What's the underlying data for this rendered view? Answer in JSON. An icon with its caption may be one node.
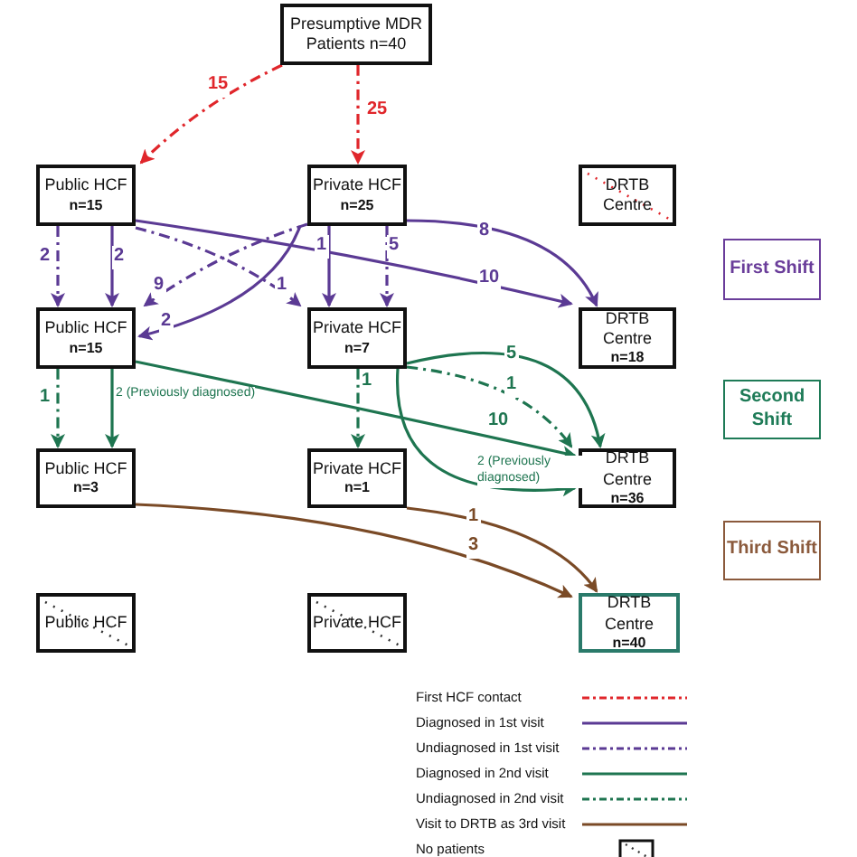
{
  "diagram": {
    "nodes": [
      {
        "text": [
          "Presumptive MDR Patients n=40"
        ]
      },
      {
        "text": [
          "Public HCF",
          "n=15"
        ]
      },
      {
        "text": [
          "Private HCF",
          "n=25"
        ]
      },
      {
        "text": [
          "DRTB Centre"
        ]
      },
      {
        "text": [
          "First Shift"
        ]
      },
      {
        "text": [
          "Public HCF",
          "n=15"
        ]
      },
      {
        "text": [
          "Private HCF",
          "n=7"
        ]
      },
      {
        "text": [
          "DRTB Centre",
          "n=18"
        ]
      },
      {
        "text": [
          "Second Shift"
        ]
      },
      {
        "text": [
          "Public HCF",
          "n=3"
        ]
      },
      {
        "text": [
          "Private HCF",
          "n=1"
        ]
      },
      {
        "text": [
          "DRTB Centre",
          "n=36"
        ]
      },
      {
        "text": [
          "Third Shift"
        ]
      },
      {
        "text": [
          "Public HCF"
        ]
      },
      {
        "text": [
          "Private HCF"
        ]
      },
      {
        "text": [
          "DRTB Centre",
          "n=40"
        ]
      }
    ],
    "edges": [
      {
        "from": 0,
        "to": 1,
        "arrow": "to",
        "label": "15",
        "style": "dashed",
        "color": "#e0262b"
      },
      {
        "from": 0,
        "to": 2,
        "arrow": "to",
        "label": "25",
        "style": "dashed",
        "color": "#e0262b"
      },
      {
        "from": 1,
        "to": 5,
        "arrow": "to",
        "label": "2",
        "style": "dashed"
      },
      {
        "from": 1,
        "to": 5,
        "arrow": "to",
        "label": "2"
      },
      {
        "from": 1,
        "to": 6,
        "arrow": "to",
        "label": "1",
        "style": "dashed"
      },
      {
        "from": 1,
        "to": 7,
        "arrow": "to",
        "label": "10"
      },
      {
        "from": 2,
        "to": 5,
        "arrow": "to",
        "label": "9",
        "style": "dashed"
      },
      {
        "from": 2,
        "to": 5,
        "arrow": "to",
        "label": "2"
      },
      {
        "from": 2,
        "to": 6,
        "arrow": "to",
        "label": "1"
      },
      {
        "from": 2,
        "to": 6,
        "arrow": "to",
        "label": "5",
        "style": "dashed"
      },
      {
        "from": 2,
        "to": 7,
        "arrow": "to",
        "label": "8"
      },
      {
        "from": 5,
        "to": 9,
        "arrow": "to",
        "label": "1",
        "style": "dashed",
        "color": "#1e7550"
      },
      {
        "from": 5,
        "to": 9,
        "arrow": "to",
        "label": "2 (Previously diagnosed)",
        "color": "#1e7550"
      },
      {
        "from": 5,
        "to": 11,
        "arrow": "to",
        "label": "10",
        "color": "#1e7550"
      },
      {
        "from": 6,
        "to": 10,
        "arrow": "to",
        "label": "1",
        "style": "dashed",
        "color": "#1e7550"
      },
      {
        "from": 6,
        "to": 11,
        "arrow": "to",
        "label": "5",
        "color": "#1e7550"
      },
      {
        "from": 6,
        "to": 11,
        "arrow": "to",
        "label": "1",
        "style": "dashed",
        "color": "#1e7550"
      },
      {
        "from": 6,
        "to": 11,
        "arrow": "to",
        "label": "2 (Previously diagnosed)",
        "color": "#1e7550"
      },
      {
        "from": 9,
        "to": 15,
        "arrow": "to",
        "label": "3",
        "color": "#7a4a26"
      },
      {
        "from": 10,
        "to": 15,
        "arrow": "to",
        "label": "1",
        "color": "#7a4a26"
      }
    ],
    "legend": [
      {
        "text": "First HCF contact"
      },
      {
        "text": "Diagnosed in 1st visit"
      },
      {
        "text": "Undiagnosed in 1st visit"
      },
      {
        "text": "Diagnosed in 2nd visit"
      },
      {
        "text": "Undiagnosed in 2nd visit"
      },
      {
        "text": "Visit to DRTB as 3rd visit"
      },
      {
        "text": "No patients"
      }
    ]
  }
}
